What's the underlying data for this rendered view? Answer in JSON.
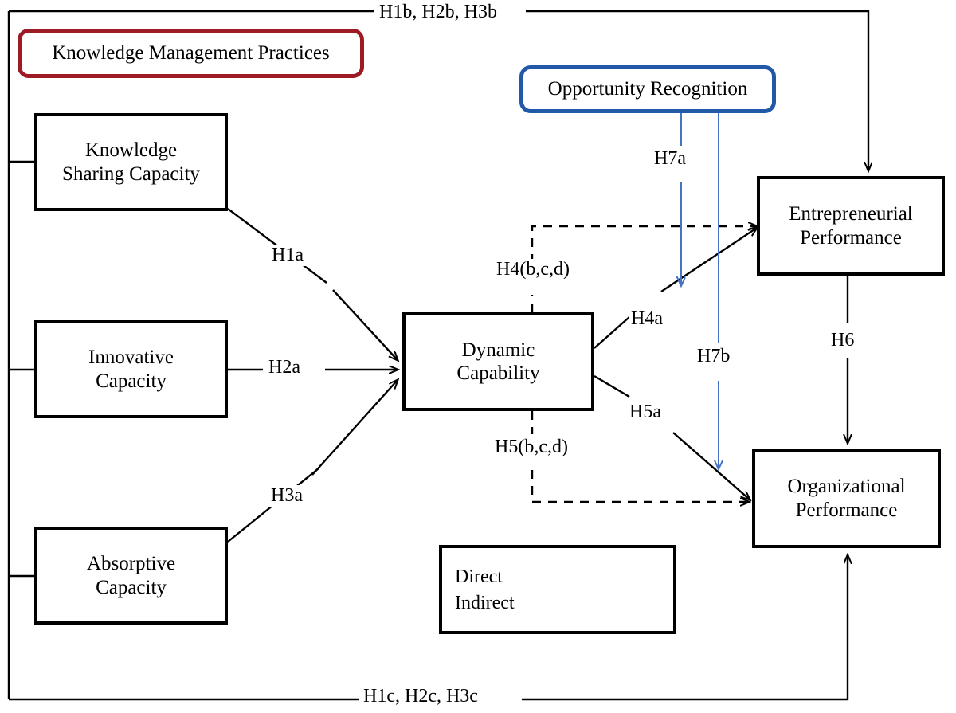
{
  "figure": {
    "type": "conceptual-model-diagram",
    "background": "#ffffff",
    "line_color": "#000000",
    "accent_red": "#9E1B26",
    "accent_blue": "#2159A8"
  },
  "nodes": {
    "km_practices": {
      "label": "Knowledge Management Practices",
      "border_color": "#9E1B26",
      "shape": "rounded"
    },
    "opportunity_recognition": {
      "label": "Opportunity Recognition",
      "border_color": "#2159A8",
      "shape": "rounded"
    },
    "knowledge_sharing": {
      "label": "Knowledge\nSharing Capacity",
      "border_color": "#000000",
      "shape": "rect"
    },
    "innovative_capacity": {
      "label": "Innovative\nCapacity",
      "border_color": "#000000",
      "shape": "rect"
    },
    "absorptive_capacity": {
      "label": "Absorptive\nCapacity",
      "border_color": "#000000",
      "shape": "rect"
    },
    "dynamic_capability": {
      "label": "Dynamic\nCapability",
      "border_color": "#000000",
      "shape": "rect"
    },
    "entrepreneurial_performance": {
      "label": "Entrepreneurial\nPerformance",
      "border_color": "#000000",
      "shape": "rect"
    },
    "organizational_performance": {
      "label": "Organizational\nPerformance",
      "border_color": "#000000",
      "shape": "rect"
    }
  },
  "hypothesis_labels": {
    "top_frame": "H1b, H2b, H3b",
    "bottom_frame": "H1c, H2c, H3c",
    "h1a": "H1a",
    "h2a": "H2a",
    "h3a": "H3a",
    "h4a": "H4a",
    "h4bcd": "H4(b,c,d)",
    "h5a": "H5a",
    "h5bcd": "H5(b,c,d)",
    "h6": "H6",
    "h7a": "H7a",
    "h7b": "H7b"
  },
  "legend": {
    "direct_label": "Direct",
    "indirect_label": "Indirect"
  },
  "edges": [
    {
      "id": "h1a",
      "from": "knowledge_sharing",
      "to": "dynamic_capability",
      "style": "direct",
      "label": "H1a"
    },
    {
      "id": "h2a",
      "from": "innovative_capacity",
      "to": "dynamic_capability",
      "style": "direct",
      "label": "H2a"
    },
    {
      "id": "h3a",
      "from": "absorptive_capacity",
      "to": "dynamic_capability",
      "style": "direct",
      "label": "H3a"
    },
    {
      "id": "h1b_h2b_h3b",
      "from": "km_practices_group",
      "to": "entrepreneurial_performance",
      "style": "direct",
      "label": "H1b, H2b, H3b"
    },
    {
      "id": "h1c_h2c_h3c",
      "from": "km_practices_group",
      "to": "organizational_performance",
      "style": "direct",
      "label": "H1c, H2c, H3c"
    },
    {
      "id": "h4a",
      "from": "dynamic_capability",
      "to": "entrepreneurial_performance",
      "style": "direct",
      "label": "H4a"
    },
    {
      "id": "h4bcd",
      "from": "dynamic_capability",
      "to": "entrepreneurial_performance",
      "style": "indirect",
      "label": "H4(b,c,d)"
    },
    {
      "id": "h5a",
      "from": "dynamic_capability",
      "to": "organizational_performance",
      "style": "direct",
      "label": "H5a"
    },
    {
      "id": "h5bcd",
      "from": "dynamic_capability",
      "to": "organizational_performance",
      "style": "indirect",
      "label": "H5(b,c,d)"
    },
    {
      "id": "h6",
      "from": "entrepreneurial_performance",
      "to": "organizational_performance",
      "style": "direct",
      "label": "H6"
    },
    {
      "id": "h7a",
      "from": "opportunity_recognition",
      "to": "entrepreneurial_performance",
      "style": "direct",
      "label": "H7a",
      "color": "#2159A8"
    },
    {
      "id": "h7b",
      "from": "opportunity_recognition",
      "to": "organizational_performance",
      "style": "direct",
      "label": "H7b",
      "color": "#2159A8"
    }
  ]
}
